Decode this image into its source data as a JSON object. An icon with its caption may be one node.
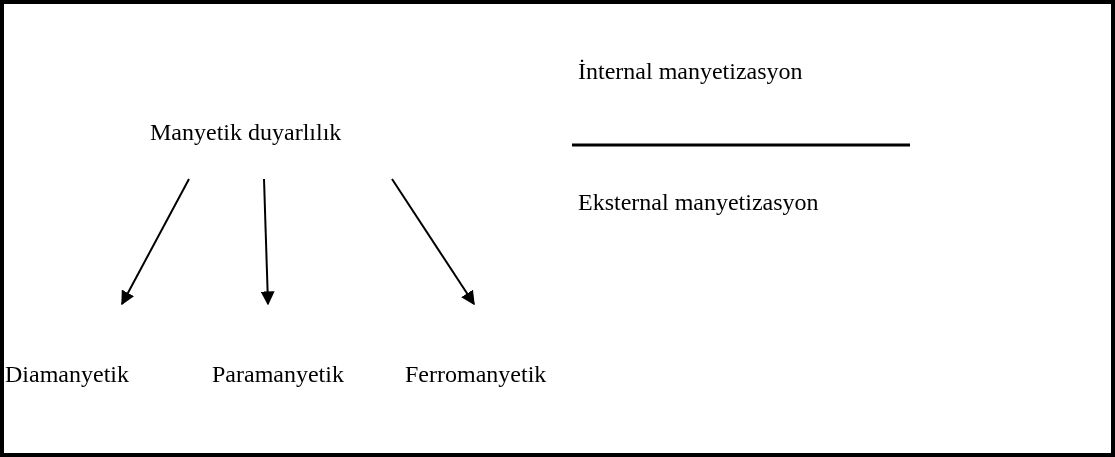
{
  "diagram": {
    "nodes": [
      {
        "text": [
          "Manyetik duyarlılık"
        ]
      },
      {
        "text": [
          "Diamanyetik"
        ]
      },
      {
        "text": [
          "Paramanyetik"
        ]
      },
      {
        "text": [
          "Ferromanyetik"
        ]
      }
    ],
    "edges": [
      {
        "from": 0,
        "to": 1,
        "arrow": "to"
      },
      {
        "from": 0,
        "to": 2,
        "arrow": "to"
      },
      {
        "from": 0,
        "to": 3,
        "arrow": "to"
      }
    ],
    "labels": [
      "İnternal manyetizasyon",
      "Eksternal manyetizasyon"
    ]
  }
}
